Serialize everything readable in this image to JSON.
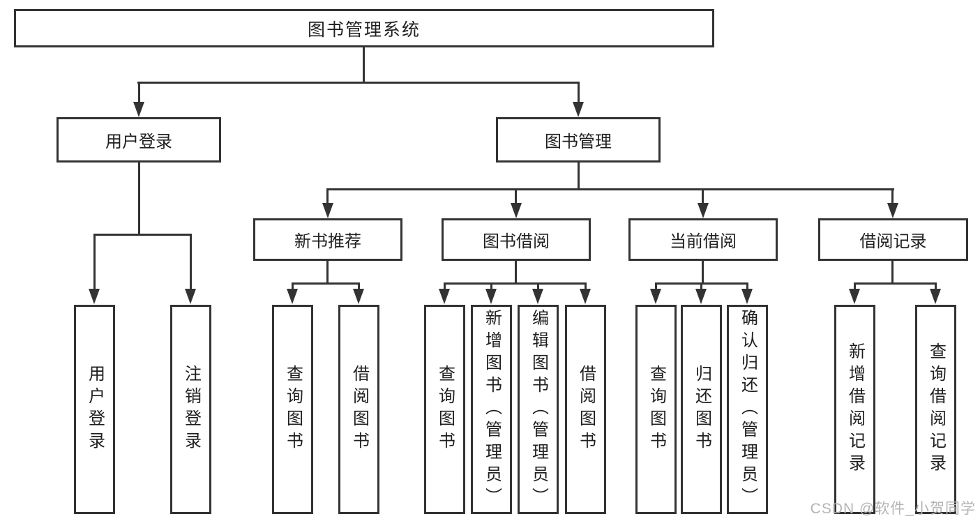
{
  "tree": {
    "root": "图书管理系统",
    "level1": [
      "用户登录",
      "图书管理"
    ],
    "level2": [
      "新书推荐",
      "图书借阅",
      "当前借阅",
      "借阅记录"
    ],
    "leaves": {
      "user": [
        "用户登录",
        "注销登录"
      ],
      "recommend": [
        "查询图书",
        "借阅图书"
      ],
      "borrow": [
        "查询图书",
        "新增图书（管理员）",
        "编辑图书（管理员）",
        "借阅图书"
      ],
      "current": [
        "查询图书",
        "归还图书",
        "确认归还（管理员）"
      ],
      "records": [
        "新增借阅记录",
        "查询借阅记录"
      ]
    }
  },
  "watermark": "CSDN @软件_小贺同学",
  "colors": {
    "line": "#333333",
    "text": "#1f1f1f",
    "watermark": "#b4b4b4",
    "background": "#ffffff"
  }
}
